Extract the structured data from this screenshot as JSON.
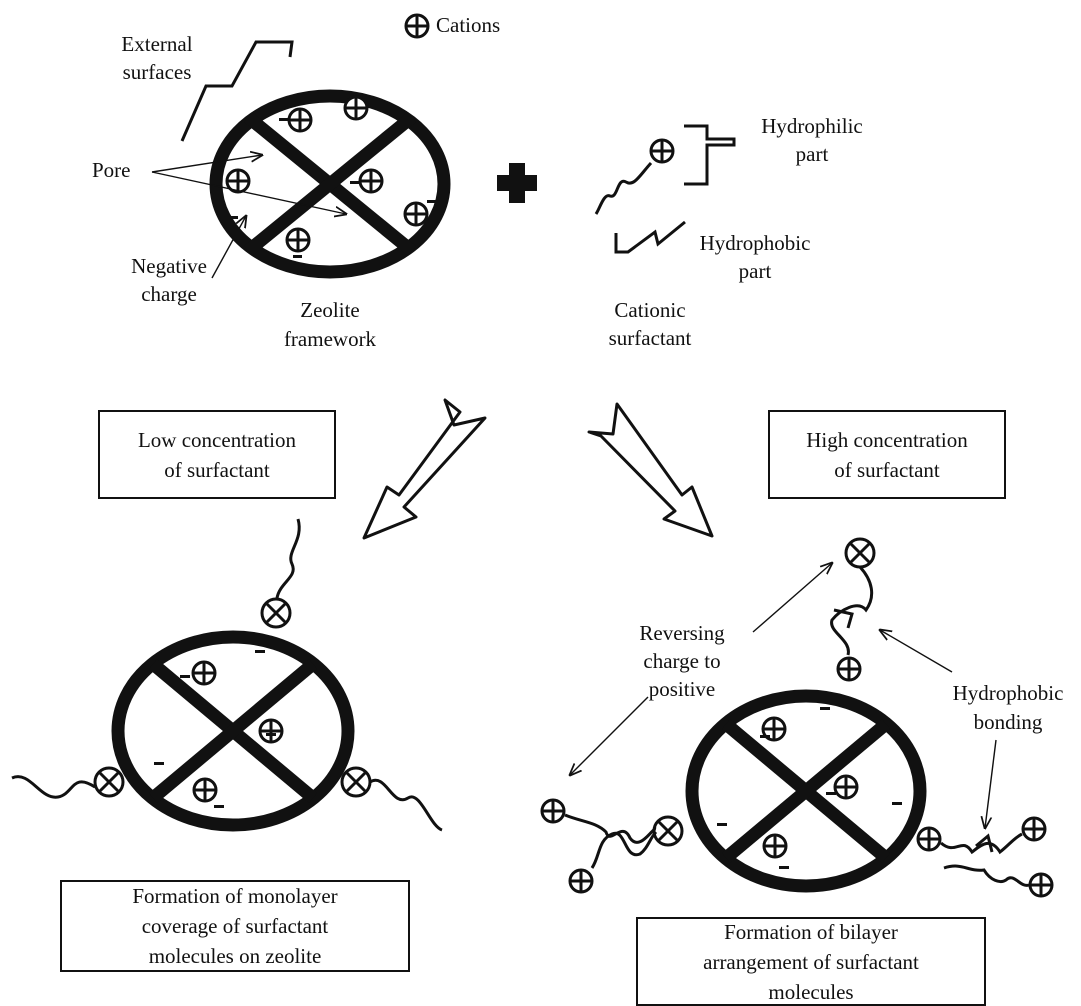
{
  "top": {
    "legend_cations": "Cations",
    "external_surfaces": [
      "External",
      "surfaces"
    ],
    "pore": "Pore",
    "negative_charge": [
      "Negative",
      "charge"
    ],
    "zeolite_framework": [
      "Zeolite",
      "framework"
    ],
    "hydrophilic_part": [
      "Hydrophilic",
      "part"
    ],
    "hydrophobic_part": [
      "Hydrophobic",
      "part"
    ],
    "cationic_surfactant": [
      "Cationic",
      "surfactant"
    ]
  },
  "conditions": {
    "low": "Low concentration\nof surfactant",
    "high": "High concentration\nof surfactant"
  },
  "outcomes": {
    "monolayer": "Formation of monolayer\ncoverage of surfactant\nmolecules on zeolite",
    "bilayer": "Formation of bilayer\narrangement of surfactant\nmolecules"
  },
  "bilayer_labels": {
    "reversing_charge": [
      "Reversing",
      "charge to",
      "positive"
    ],
    "hydrophobic_bonding": [
      "Hydrophobic",
      "bonding"
    ]
  },
  "symbols": {
    "negative_sign": "-"
  },
  "colors": {
    "ink": "#111111",
    "background": "#ffffff"
  },
  "icons": [
    "cation-plus-icon",
    "cationic-head-icon",
    "big-plus-icon",
    "hollow-arrow-icon"
  ]
}
